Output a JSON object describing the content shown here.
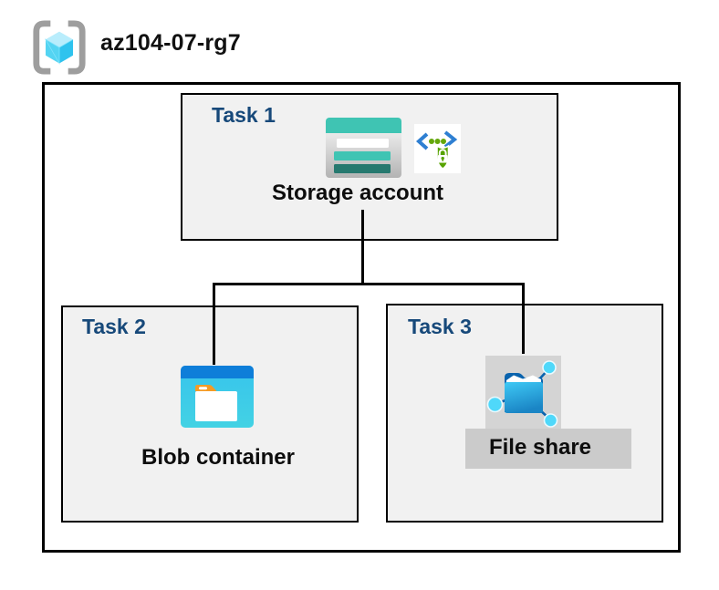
{
  "title": "az104-07-rg7",
  "resource_group": {
    "icon": "resource-group-icon"
  },
  "tasks": [
    {
      "label": "Task 1",
      "item": "Storage account",
      "icons": [
        "storage-account-icon",
        "secure-access-icon"
      ]
    },
    {
      "label": "Task 2",
      "item": "Blob container",
      "icons": [
        "blob-container-icon"
      ]
    },
    {
      "label": "Task 3",
      "item": "File share",
      "icons": [
        "file-share-icon"
      ]
    }
  ],
  "connectors": {
    "description": "tree connector from Storage account down to Blob container and File share"
  },
  "colors": {
    "task_label_blue": "#17497a",
    "box_fill_gray": "#f1f1f1",
    "frame_black": "#000000",
    "storage_teal": "#3fc4b3",
    "storage_teal_dark": "#26796f",
    "blob_top_blue": "#0e7ed9",
    "blob_body_cyan": "#3ac6ea",
    "folder_orange": "#f59b25",
    "fileshare_dark_blue": "#0a63ad",
    "fileshare_front_cyan": "#2fb9ec",
    "node_cyan": "#4fd8fa",
    "shield_green": "#57a300",
    "chevron_blue": "#2e7fd2",
    "dot_green": "#64a70b",
    "bracket_gray": "#9e9e9e",
    "cube_light": "#b9edfc",
    "cube_mid": "#54d4f2",
    "cube_dark": "#2fc3ee",
    "highlight_gray": "#cbcbcb"
  }
}
